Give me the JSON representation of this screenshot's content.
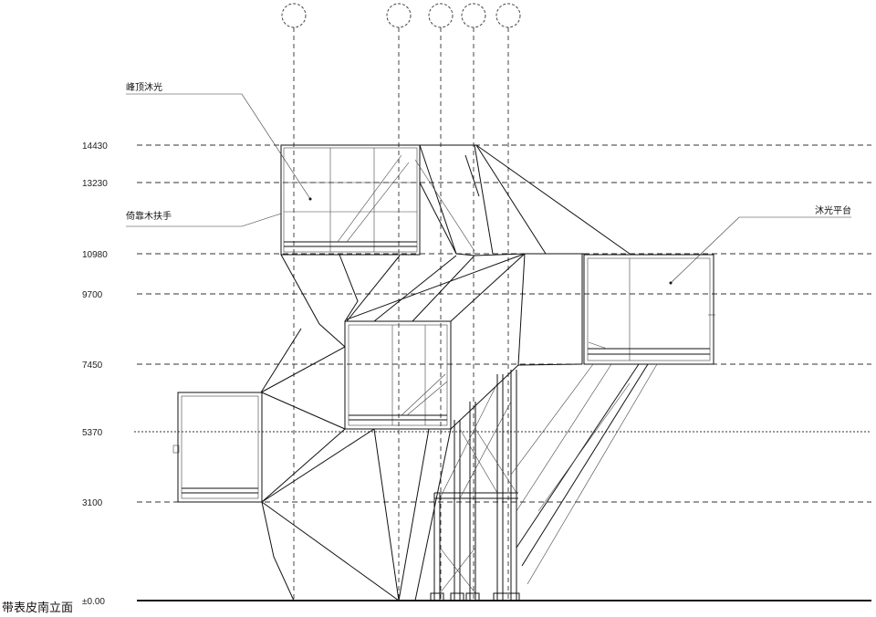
{
  "levels": [
    {
      "label": "14430",
      "style": "dash"
    },
    {
      "label": "13230",
      "style": "dash"
    },
    {
      "label": "10980",
      "style": "dash"
    },
    {
      "label": "9700",
      "style": "dash"
    },
    {
      "label": "7450",
      "style": "dash"
    },
    {
      "label": "5370",
      "style": "dot"
    },
    {
      "label": "3100",
      "style": "dash"
    },
    {
      "label": "±0.00",
      "style": "solid"
    }
  ],
  "annotations": {
    "peak_bath": "峰顶沐光",
    "handrail": "倚靠木扶手",
    "sun_platform": "沐光平台"
  },
  "drawing_title": "带表皮南立面"
}
